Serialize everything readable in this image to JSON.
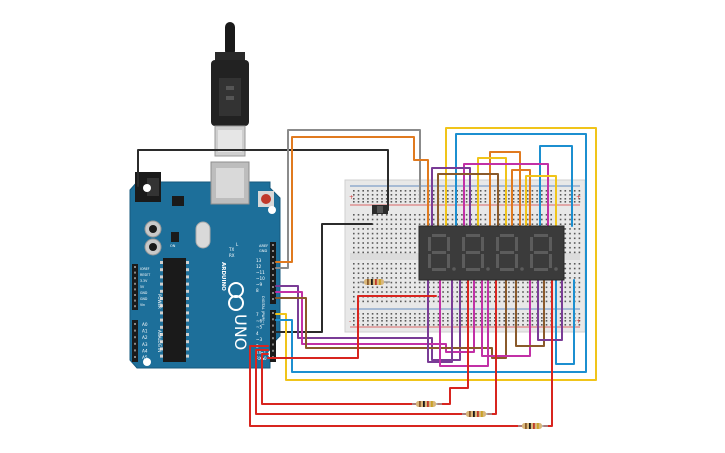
{
  "board": {
    "brand": "ARDUINO",
    "model": "UNO",
    "aref_label": "AREF",
    "gnd_label": "GND",
    "reset_label": "RESET",
    "v33_label": "3.3V",
    "v5_label": "5V",
    "vin_label": "Vin",
    "ioref_label": "IOREF",
    "power_label": "POWER",
    "analog_label": "ANALOG IN",
    "digital_label": "DIGITAL (PWM~)",
    "tx_label": "TX",
    "rx_label": "RX",
    "l_label": "L",
    "on_label": "ON",
    "digital_pins": [
      "13",
      "12",
      "~11",
      "~10",
      "~9",
      "8",
      "7",
      "~6",
      "~5",
      "4",
      "~3",
      "2",
      "TX▸1",
      "RX◂0"
    ],
    "analog_pins": [
      "A0",
      "A1",
      "A2",
      "A3",
      "A4",
      "A5"
    ]
  },
  "display": {
    "digits": 4
  },
  "resistors": {
    "count": 4
  },
  "colors": {
    "board": "#1d6f9a",
    "wire_red": "#d8251f",
    "wire_orange": "#e07a1f",
    "wire_yellow": "#f0c41a",
    "wire_blue": "#1c8fd0",
    "wire_purple": "#7a3c96",
    "wire_magenta": "#c230a6",
    "wire_brown": "#8a5a2b",
    "wire_gray": "#8b8b8b",
    "wire_black": "#2b2b2b"
  }
}
